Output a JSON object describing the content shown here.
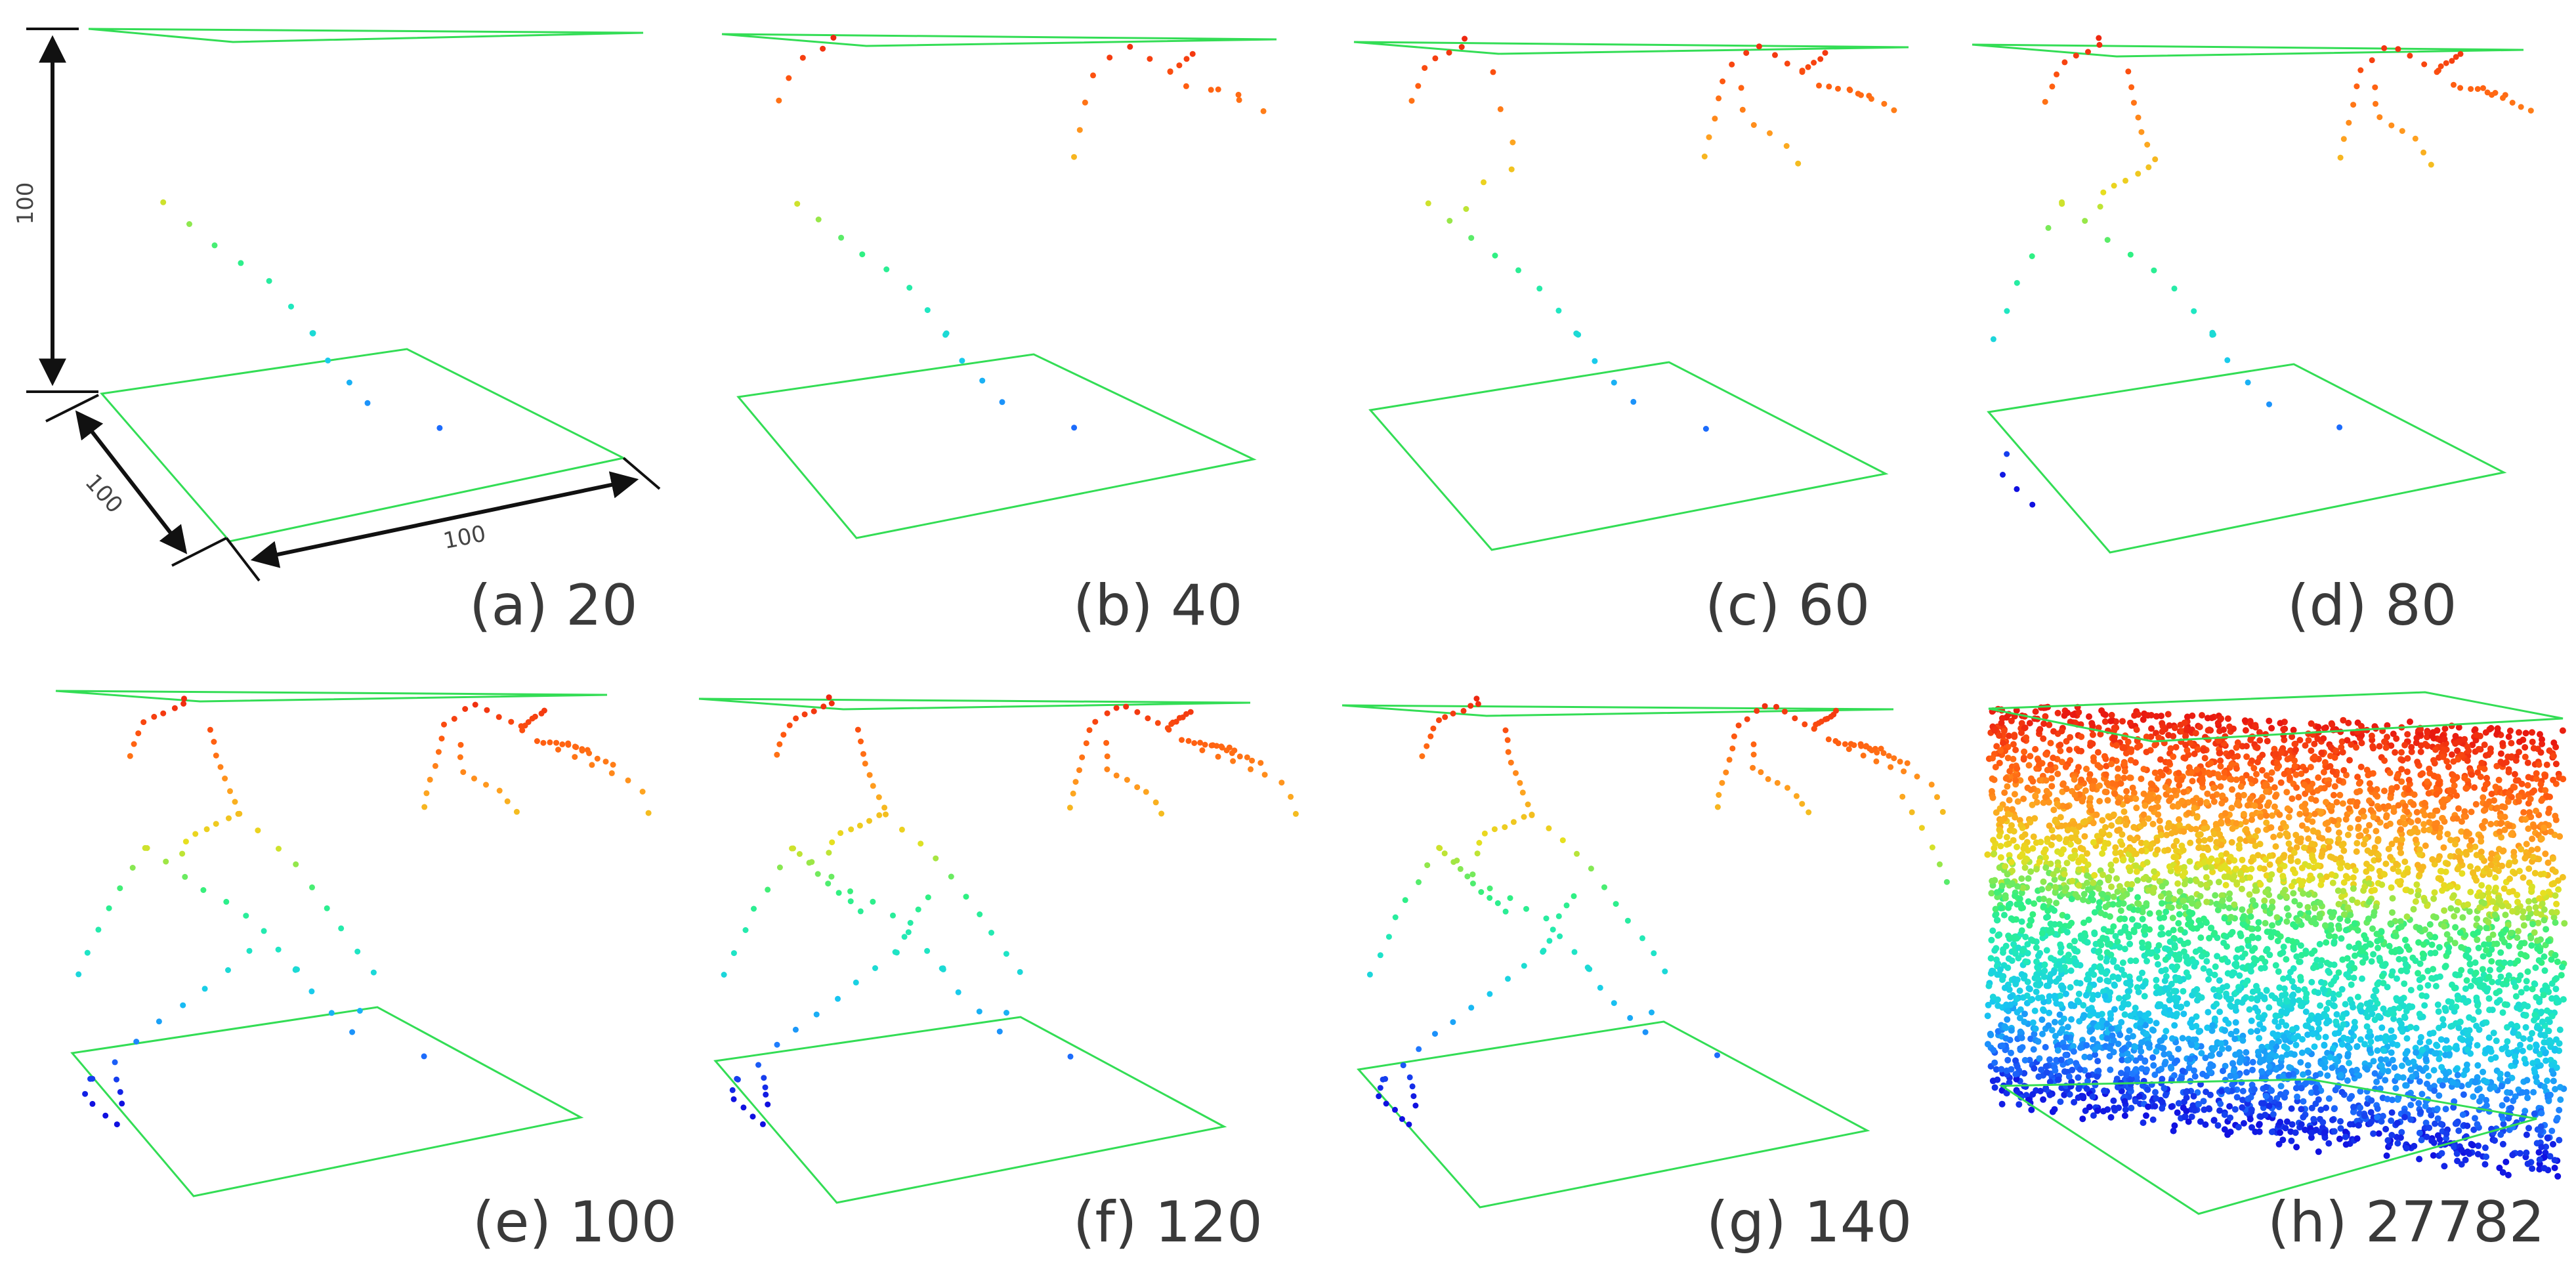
{
  "figure": {
    "panels": [
      {
        "id": "a",
        "caption": "(a) 20",
        "points": 20
      },
      {
        "id": "b",
        "caption": "(b) 40",
        "points": 40
      },
      {
        "id": "c",
        "caption": "(c) 60",
        "points": 60
      },
      {
        "id": "d",
        "caption": "(d) 80",
        "points": 80
      },
      {
        "id": "e",
        "caption": "(e) 100",
        "points": 100
      },
      {
        "id": "f",
        "caption": "(f) 120",
        "points": 120
      },
      {
        "id": "g",
        "caption": "(g) 140",
        "points": 140
      },
      {
        "id": "h",
        "caption": "(h) 27782",
        "points": 27782
      }
    ],
    "dimensions": {
      "height": "100",
      "depth": "100",
      "width": "100"
    },
    "colors": {
      "frame": "#33dd55",
      "colormap": [
        "#1010e0",
        "#1e78ff",
        "#18c8f0",
        "#20e8c0",
        "#30f080",
        "#e6e020",
        "#ffa020",
        "#ff5a10",
        "#e81810"
      ]
    }
  }
}
